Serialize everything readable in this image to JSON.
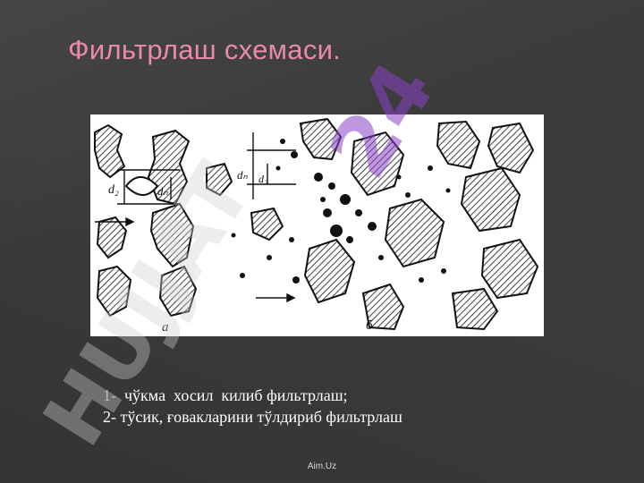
{
  "slide": {
    "title": "Фильтрлаш схемаси.",
    "caption_line1_num": "1-",
    "caption_line1_text": "  чўкма  хосил  килиб фильтрлаш;",
    "caption_line2": "2- тўсик, ғовакларини тўлдириб фильтрлаш",
    "footer": "Aim.Uz"
  },
  "figure": {
    "dim_labels": [
      "d₂",
      "dₙ",
      "dₙ",
      "d₂"
    ],
    "panel_labels": [
      "a",
      "б"
    ]
  },
  "watermark": {
    "text_left": "HUJJAT",
    "text_right": "24",
    "colors": {
      "left": "#cfcfcf",
      "right": "#8a3fc7"
    }
  }
}
